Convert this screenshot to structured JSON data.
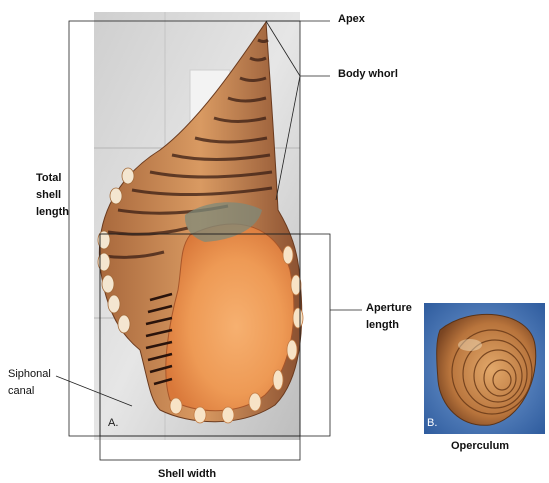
{
  "labels": {
    "apex": "Apex",
    "body_whorl": "Body whorl",
    "total_shell_length": [
      "Total",
      "shell",
      "length"
    ],
    "aperture_length": [
      "Aperture",
      "length"
    ],
    "siphonal_canal": [
      "Siphonal",
      "canal"
    ],
    "shell_width": "Shell width",
    "operculum": "Operculum"
  },
  "panels": {
    "a": "A.",
    "b": "B."
  },
  "colors": {
    "shell_orange": "#e8a56a",
    "aperture_inner": "#f2a664",
    "stripe_dark": "#3a1e14",
    "operculum_bg": "#4f7fc4",
    "operculum_body": "#c98a4a"
  }
}
